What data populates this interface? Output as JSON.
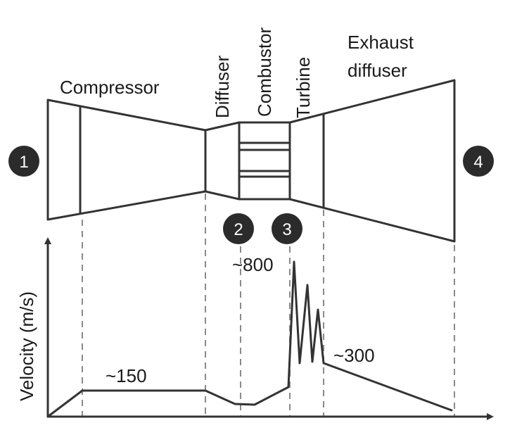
{
  "labels": {
    "compressor": "Compressor",
    "diffuser": "Diffuser",
    "combustor": "Combustor",
    "turbine": "Turbine",
    "exhaust_line1": "Exhaust",
    "exhaust_line2": "diffuser"
  },
  "stations": [
    "1",
    "2",
    "3",
    "4"
  ],
  "plot": {
    "ylabel": "Velocity (m/s)",
    "annotations": {
      "compressor_velocity": "~150",
      "turbine_inlet_velocity": "~800",
      "exhaust_velocity": "~300"
    }
  },
  "colors": {
    "line": "#333333",
    "dash": "#8a8a8a",
    "badge": "#2b2b2b"
  }
}
